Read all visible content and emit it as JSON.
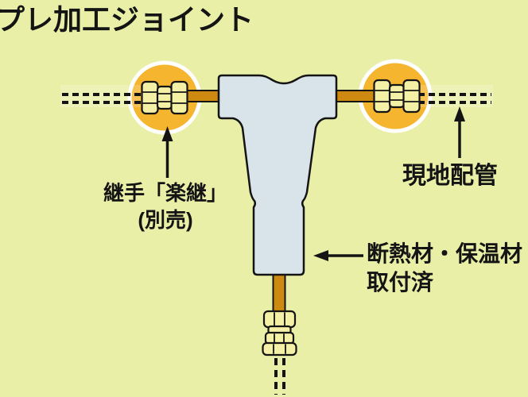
{
  "title": "プレ加工ジョイント",
  "labels": {
    "fitting_line1": "継手「楽継」",
    "fitting_line2": "(別売)",
    "site_piping": "現地配管",
    "insulation_line1": "断熱材・保温材",
    "insulation_line2": "取付済"
  },
  "colors": {
    "background": "#E9EFA7",
    "highlight_circle": "#F5B52E",
    "circle_rim": "#FFFFFF",
    "fitting_brass": "#F4F0A6",
    "pipe_copper": "#CE8A10",
    "joint_insulation": "#D9E3EA",
    "outline": "#141414",
    "text": "#141414"
  }
}
